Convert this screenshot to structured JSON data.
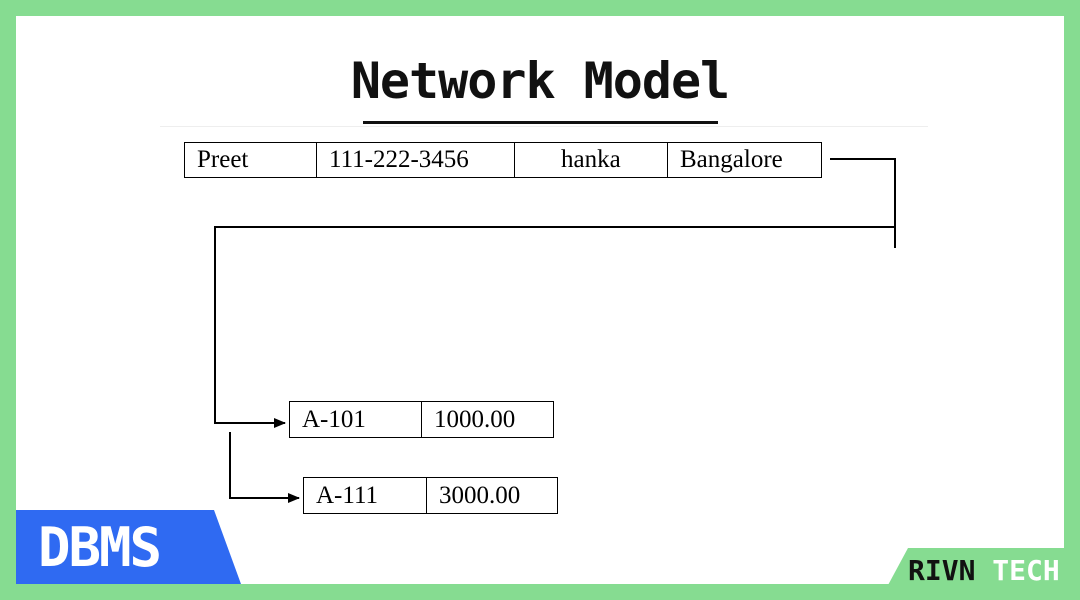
{
  "title": "Network Model",
  "owner_record": {
    "fields": [
      "Preet",
      "111-222-3456",
      "hanka",
      "Bangalore"
    ]
  },
  "account_records": [
    {
      "fields": [
        "A-101",
        "1000.00"
      ]
    },
    {
      "fields": [
        "A-111",
        "3000.00"
      ]
    }
  ],
  "badge": {
    "label": "DBMS",
    "color": "#2f6af2"
  },
  "brand": {
    "part1": "RIVN",
    "part2": "TECH"
  },
  "colors": {
    "frame": "#86dc91",
    "badge": "#2f6af2"
  }
}
